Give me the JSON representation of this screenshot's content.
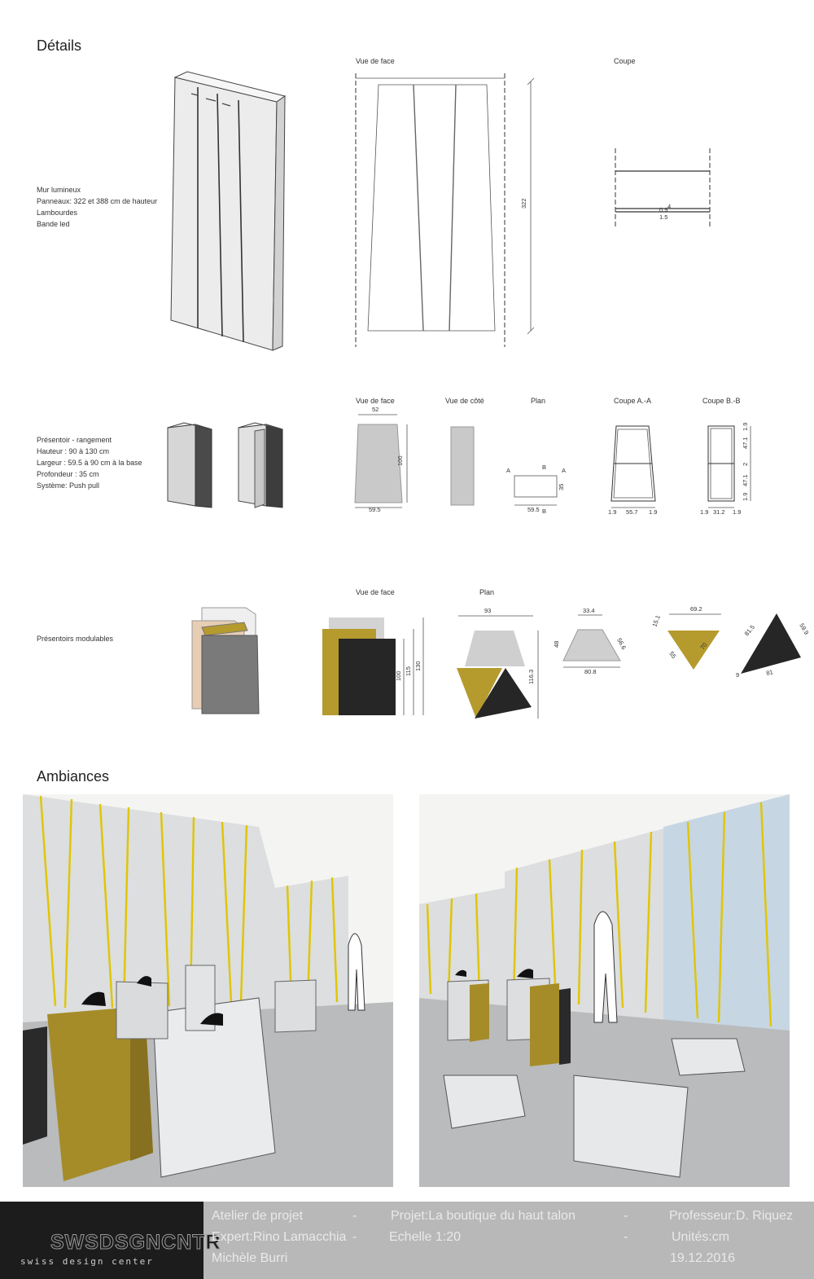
{
  "sections": {
    "details_title": "Détails",
    "ambiances_title": "Ambiances"
  },
  "mur": {
    "desc": [
      "Mur lumineux",
      "Panneaux: 322 et 388 cm de hauteur",
      "Lambourdes",
      "Bande led"
    ],
    "view_front": "Vue de face",
    "view_cut": "Coupe",
    "dim_height": "322",
    "cut_dims": [
      "0.9",
      "4",
      "1.5"
    ]
  },
  "presentoir": {
    "desc": [
      "Présentoir - rangement",
      "Hauteur : 90 à 130 cm",
      "Largeur : 59.5 à 90 cm à la base",
      "Profondeur : 35 cm",
      "Système: Push pull"
    ],
    "views": [
      "Vue de face",
      "Vue de côté",
      "Plan",
      "Coupe A.-A",
      "Coupe B.-B"
    ],
    "front_dims": {
      "top": "52",
      "height": "100",
      "bottom": "59.5"
    },
    "plan_dims": {
      "width": "59.5",
      "depth": "35",
      "a": "A",
      "b": "B"
    },
    "cut_aa": [
      "1.9",
      "55.7",
      "1.9"
    ],
    "cut_bb": [
      "1.9",
      "31.2",
      "1.9"
    ],
    "cut_bb_v": [
      "1.9",
      "47.1",
      "2",
      "47.1",
      "1.9"
    ]
  },
  "modulables": {
    "desc": "Présentoirs modulables",
    "view_front": "Vue de face",
    "view_plan": "Plan",
    "front_dims": [
      "100",
      "115",
      "130"
    ],
    "plan_dims": {
      "width": "93",
      "height": "116.3"
    },
    "trap": {
      "top": "33.4",
      "left": "48",
      "right": "56.6",
      "bottom": "80.8"
    },
    "tri_gold": {
      "top": "69.2",
      "left": "15.1",
      "mid_left": "55",
      "mid_right": "70"
    },
    "tri_black": {
      "left": "81.5",
      "right": "59.9",
      "bottom": "81",
      "corner": "9"
    }
  },
  "footer": {
    "logo_text": "SWSDSGNCNTR",
    "logo_sub": "swiss design center",
    "col1": [
      "Atelier de projet",
      "Expert:Rino Lamacchia",
      "Michèle Burri"
    ],
    "sep": "-",
    "col2": [
      "Projet:La boutique du haut talon",
      "Echelle 1:20"
    ],
    "col3": [
      "Professeur:D. Riquez",
      "Unités:cm",
      "19.12.2016"
    ]
  },
  "colors": {
    "gold": "#b59a2e",
    "black": "#262626",
    "grey": "#c9c9c9",
    "footer_bg": "#b8b8b8",
    "logo_bg": "#1c1c1c"
  }
}
